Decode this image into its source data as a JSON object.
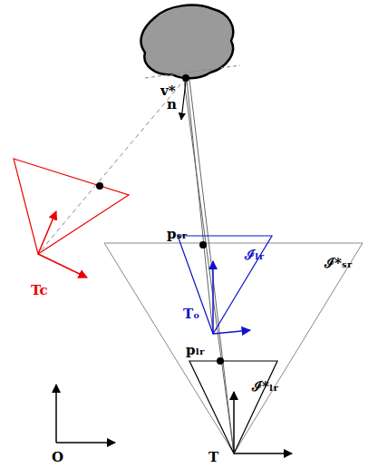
{
  "diagram": {
    "labels": [
      "v*",
      "n",
      "pₛᵣ",
      "ℐₗᵣ",
      "ℐ*ₛᵣ",
      "Tₒ",
      "pₗᵣ",
      "ℐ*ₗᵣ",
      "Tc",
      "O",
      "T"
    ]
  }
}
